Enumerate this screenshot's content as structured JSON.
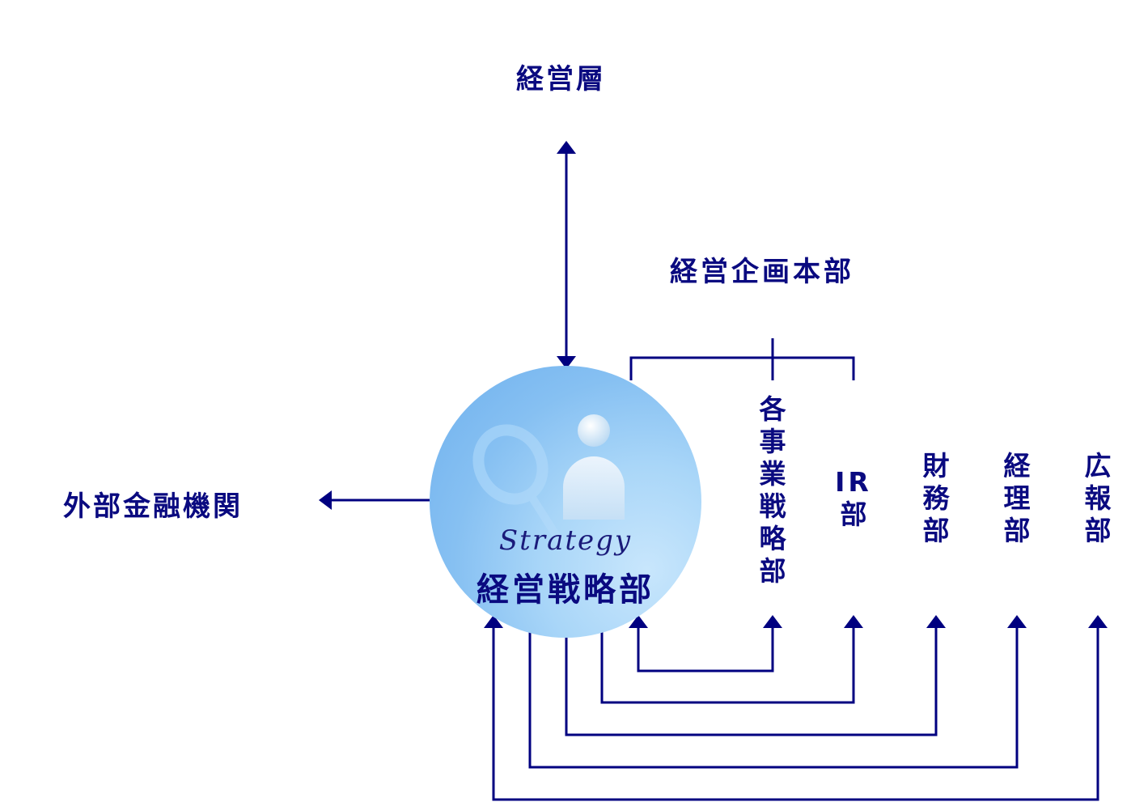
{
  "diagram": {
    "title_top": "経営層",
    "headquarters": "経営企画本部",
    "external": "外部金融機関",
    "center": {
      "english": "Strategy",
      "japanese": "経営戦略部",
      "icons": [
        "magnifier-icon",
        "person-icon"
      ]
    },
    "departments": [
      {
        "label": "各事業戦略部"
      },
      {
        "label": "IR部",
        "lines": [
          "IR",
          "部"
        ]
      },
      {
        "label": "財務部"
      },
      {
        "label": "経理部"
      },
      {
        "label": "広報部"
      }
    ],
    "colors": {
      "line": "#000080",
      "text": "#0a0a80",
      "circle_light": "#c8e6fc",
      "circle_dark": "#6eb0ee"
    }
  }
}
